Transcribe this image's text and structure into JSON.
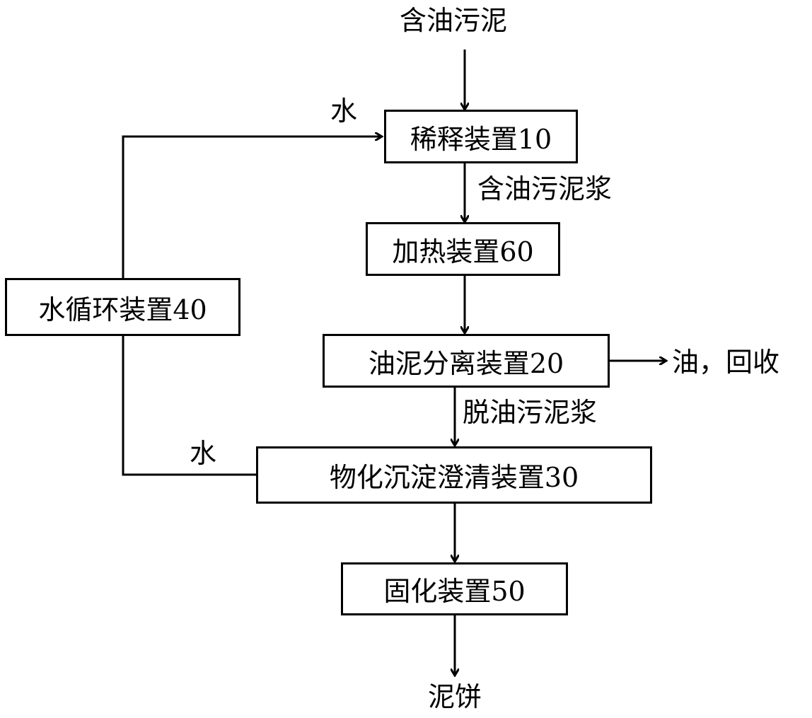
{
  "diagram": {
    "input_label": "含油污泥",
    "dilution_box": "稀释装置10",
    "water_in_label": "水",
    "sludge_slurry_label": "含油污泥浆",
    "heating_box": "加热装置60",
    "separation_box": "油泥分离装置20",
    "oil_recovery_label": "油，回收",
    "deoiled_slurry_label": "脱油污泥浆",
    "sedimentation_box": "物化沉淀澄清装置30",
    "water_out_label": "水",
    "water_cycle_box": "水循环装置40",
    "solidification_box": "固化装置50",
    "output_label": "泥饼"
  }
}
